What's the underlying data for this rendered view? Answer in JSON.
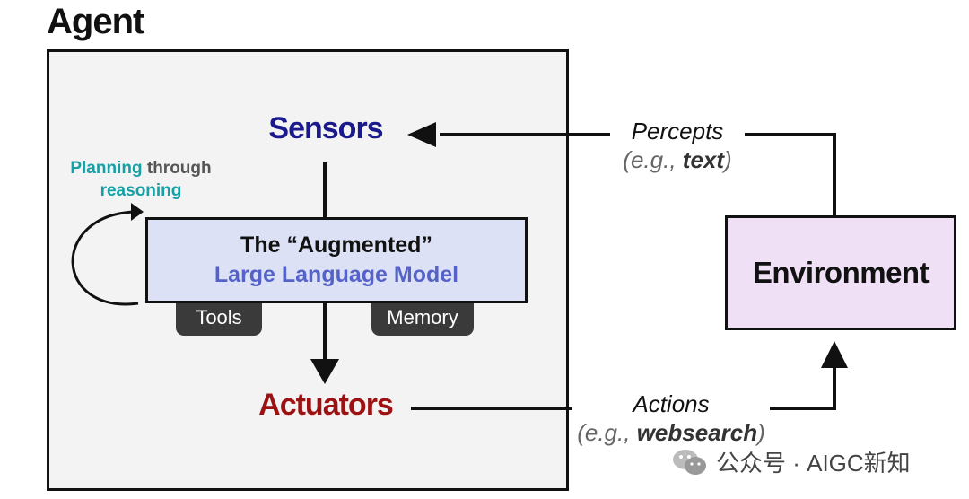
{
  "agent": {
    "title": "Agent"
  },
  "sensors": {
    "label": "Sensors"
  },
  "actuators": {
    "label": "Actuators"
  },
  "planning": {
    "highlight": "Planning",
    "rest_line1": " through",
    "line2": "reasoning"
  },
  "llm": {
    "line1": "The “Augmented”",
    "line2": "Large Language Model"
  },
  "tabs": {
    "tools": "Tools",
    "memory": "Memory"
  },
  "environment": {
    "label": "Environment"
  },
  "percepts": {
    "title": "Percepts",
    "example_prefix": "(e.g., ",
    "example_value": "text",
    "example_suffix": ")"
  },
  "actions": {
    "title": "Actions",
    "example_prefix": "(e.g., ",
    "example_value": "websearch",
    "example_suffix": ")"
  },
  "watermark": {
    "text": "公众号 · AIGC新知",
    "icon": "wechat-icon"
  },
  "colors": {
    "sensors": "#1a1a8c",
    "actuators": "#9c1212",
    "planning_highlight": "#16a0a6",
    "llm_box": "#dde1f5",
    "llm_accent": "#5563c9",
    "environment_box": "#efe0f5",
    "agent_box": "#f3f3f3",
    "tab_fill": "#3a3a3a"
  }
}
